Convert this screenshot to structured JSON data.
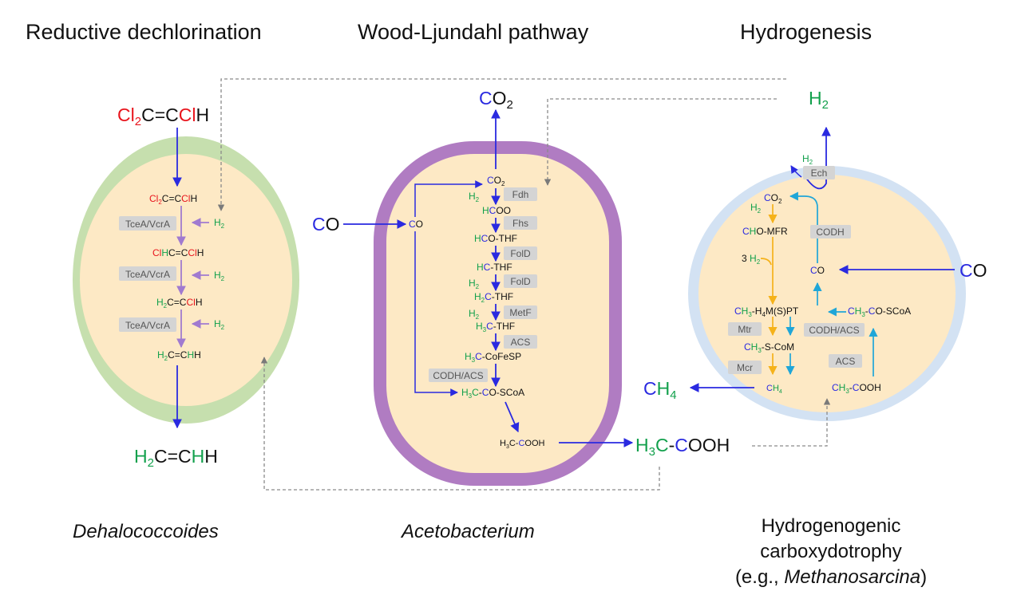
{
  "headings": {
    "left": "Reductive dechlorination",
    "middle": "Wood-Ljundahl pathway",
    "right": "Hydrogenesis"
  },
  "colors": {
    "chlorine_red": "#e8141c",
    "hydrogen_green": "#12a04c",
    "carbon_blue": "#2a2ae0",
    "arrow_blue": "#2a2ae0",
    "arrow_purple": "#a07ad0",
    "arrow_orange": "#f5b21a",
    "arrow_cyan": "#1fa6d8",
    "dashed_gray": "#8a8a8a",
    "enzyme_box": "#d4d4d4",
    "enzyme_text": "#555555",
    "cell_fill": "#fde9c5",
    "dehalo_wall": "#c6dfae",
    "aceto_wall": "#b07cc2",
    "methano_wall": "#d3e2f3"
  },
  "dehalococcoides": {
    "outer_reactant": "Cl2C=CClH",
    "outer_product": "H2C=CHH",
    "compounds": [
      "Cl2C=CClH",
      "ClHC=CClH",
      "H2C=CClH",
      "H2C=CHH"
    ],
    "enzymes": [
      "TceA/VcrA",
      "TceA/VcrA",
      "TceA/VcrA"
    ],
    "cofactor": "H2",
    "caption": "Dehalococcoides"
  },
  "acetobacterium": {
    "outer_co2": "CO2",
    "outer_co": "CO",
    "inner_co": "CO",
    "compounds": [
      "CO2",
      "HCOO",
      "HCO-THF",
      "HC-THF",
      "H2C-THF",
      "H3C-THF",
      "H3C-CoFeSP",
      "H3C-CO-SCoA",
      "H3C-COOH"
    ],
    "enzymes": [
      "Fdh",
      "Fhs",
      "FolD",
      "FolD",
      "MetF",
      "ACS",
      "CODH/ACS"
    ],
    "h2_labels": [
      "H2",
      "H2",
      "H2"
    ],
    "outer_acetate": "H3C-COOH",
    "caption": "Acetobacterium"
  },
  "methanosarcina": {
    "outer_h2": "H2",
    "outer_co": "CO",
    "outer_ch4": "CH4",
    "inner_h2": "H2",
    "compounds": [
      "CO2",
      "CHO-MFR",
      "CO",
      "CH3-H4M(S)PT",
      "CH3-CO-SCoA",
      "CH3-S-CoM",
      "CH4",
      "CH3-COOH"
    ],
    "h2_labels": [
      "H2",
      "3 H2"
    ],
    "enzymes": [
      "Ech",
      "CODH",
      "Mtr",
      "CODH/ACS",
      "Mcr",
      "ACS"
    ],
    "caption_lines": [
      "Hydrogenogenic",
      "carboxydotrophy"
    ],
    "caption_prefix": "(e.g., ",
    "caption_genus": "Methanosarcina",
    "caption_suffix": ")"
  }
}
